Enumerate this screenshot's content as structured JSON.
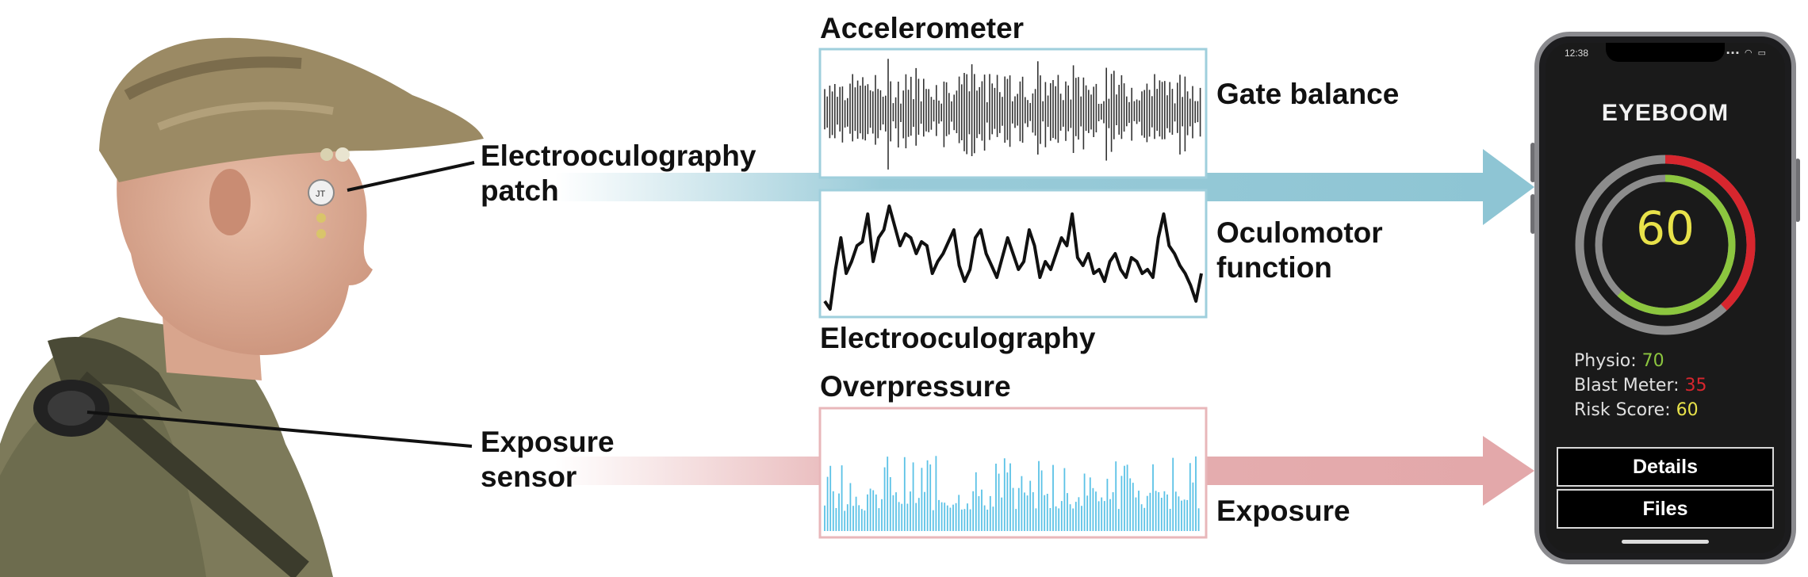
{
  "figure": {
    "left_labels": {
      "eog_patch": [
        "Electrooculography",
        "patch"
      ],
      "exposure_sensor": [
        "Exposure",
        "sensor"
      ]
    },
    "panels": {
      "accelerometer": {
        "title": "Accelerometer",
        "side_label": "Gate balance"
      },
      "electrooculography": {
        "title": "Electrooculography",
        "side_label": [
          "Oculomotor",
          "function"
        ]
      },
      "overpressure": {
        "title": "Overpressure",
        "side_label": "Exposure"
      }
    },
    "colors": {
      "blue_flow": "#8ec5d4",
      "red_flow": "#e3a8aa",
      "panel_border_blue": "#9fcfdc",
      "panel_border_red": "#e8b7ba",
      "overpressure_signal": "#5bc2e6",
      "gauge_green": "#8cc63f",
      "gauge_red": "#d7262e",
      "gauge_gray": "#8c8c8c"
    },
    "person_photo": {
      "icon": "soldier-photo",
      "patch_text": "JT"
    }
  },
  "phone": {
    "status_time": "12:38",
    "status_icons": "▪▪▪ ◠ ▭",
    "app_title": "EYEBOOM",
    "gauge": {
      "value": "60",
      "green_fraction": 0.62,
      "red_fraction": 0.38
    },
    "stats": [
      {
        "label": "Physio: ",
        "value": "70",
        "color": "#8cc63f"
      },
      {
        "label": "Blast Meter: ",
        "value": "35",
        "color": "#d7262e"
      },
      {
        "label": "Risk Score: ",
        "value": "60",
        "color": "#e8e24a"
      }
    ],
    "buttons": {
      "details": "Details",
      "files": "Files"
    }
  }
}
